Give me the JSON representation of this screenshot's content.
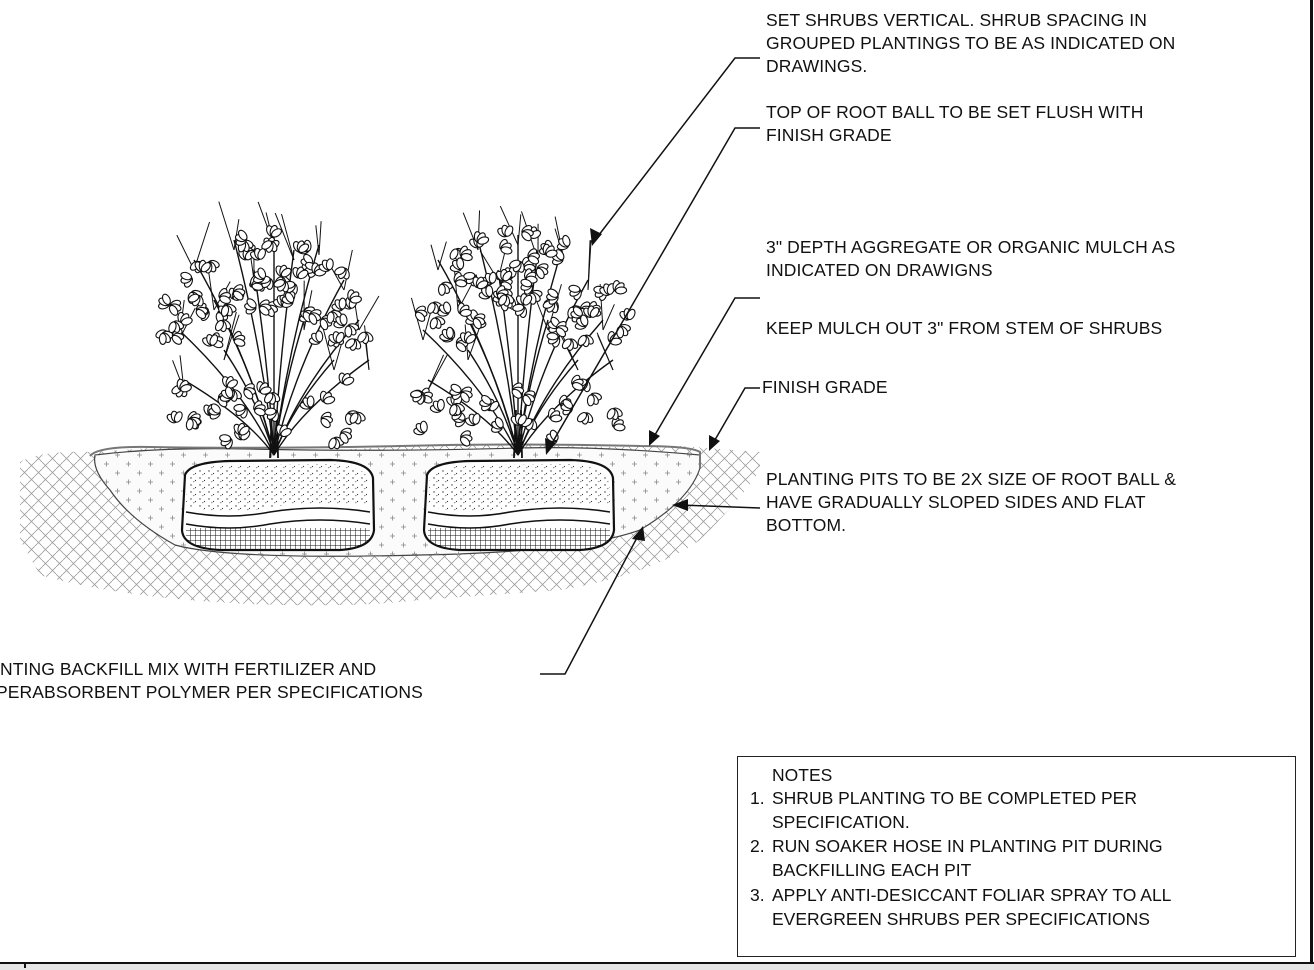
{
  "callouts": {
    "set_shrubs": [
      "SET SHRUBS VERTICAL. SHRUB SPACING IN",
      "GROUPED PLANTINGS TO BE AS INDICATED ON",
      "DRAWINGS."
    ],
    "top_root_ball": [
      "TOP OF ROOT BALL TO BE SET FLUSH WITH",
      "FINISH GRADE"
    ],
    "mulch": [
      "3\" DEPTH AGGREGATE OR ORGANIC MULCH AS",
      "INDICATED ON DRAWIGNS"
    ],
    "keep_mulch": "KEEP MULCH OUT 3\" FROM STEM OF SHRUBS",
    "finish_grade": "FINISH GRADE",
    "planting_pits": [
      "PLANTING PITS TO BE 2X SIZE OF ROOT BALL &",
      "HAVE GRADUALLY SLOPED SIDES AND FLAT",
      "BOTTOM."
    ],
    "backfill": [
      "NTING BACKFILL MIX WITH FERTILIZER AND",
      "PERABSORBENT POLYMER PER SPECIFICATIONS"
    ]
  },
  "notes": {
    "title": "NOTES",
    "items": [
      {
        "num": "1.",
        "lines": [
          "SHRUB PLANTING TO BE COMPLETED PER",
          "SPECIFICATION."
        ]
      },
      {
        "num": "2.",
        "lines": [
          "RUN SOAKER HOSE IN PLANTING PIT DURING",
          "BACKFILLING EACH PIT"
        ]
      },
      {
        "num": "3.",
        "lines": [
          "APPLY ANTI-DESICCANT FOLIAR SPRAY TO ALL",
          "EVERGREEN SHRUBS PER SPECIFICATIONS"
        ]
      }
    ]
  },
  "colors": {
    "line": "#111111",
    "hatch": "#8a8a8a",
    "background": "#ffffff"
  },
  "icons": [
    "shrub-icon",
    "root-ball-icon",
    "arrow-icon"
  ]
}
